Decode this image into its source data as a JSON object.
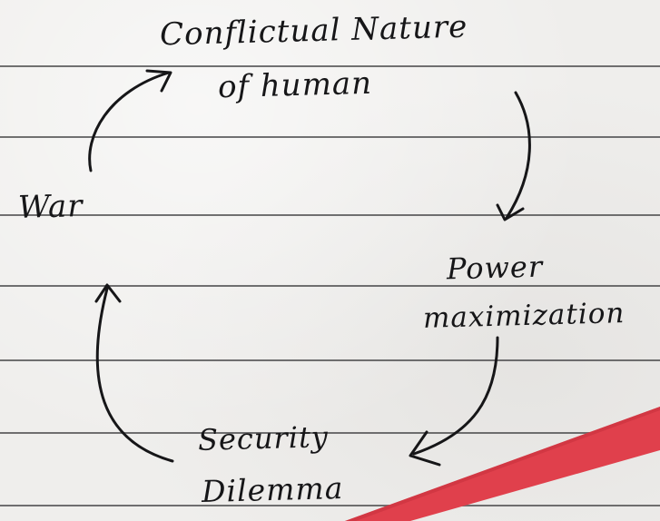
{
  "diagram": {
    "nodes": {
      "conflictual_line1": "Conflictual Nature",
      "conflictual_line2": "of human",
      "war": "War",
      "power_line1": "Power",
      "power_line2": "maximization",
      "security_line1": "Security",
      "security_line2": "Dilemma"
    },
    "colors": {
      "ink": "#161618",
      "ruled_line": "#4a4a4c",
      "paper": "#efeeec",
      "stripe": "#e0404c"
    }
  }
}
